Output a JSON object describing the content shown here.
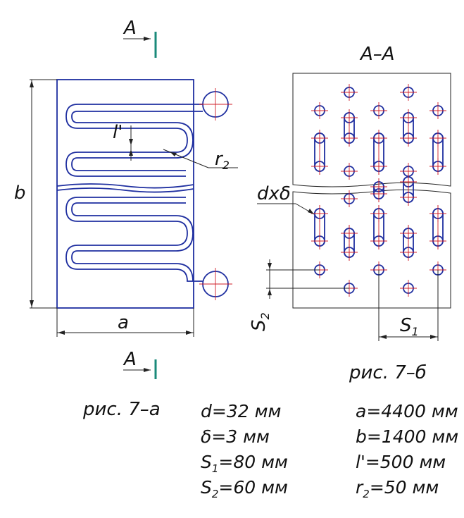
{
  "figure": {
    "section_mark_top": "A",
    "section_mark_bottom": "A",
    "section_view_title": "A–A",
    "dim_b": "b",
    "dim_a": "a",
    "dim_l": "l'",
    "dim_r2": "r",
    "dim_r2_sub": "2",
    "dim_dxdelta": "dxδ",
    "dim_S1": "S",
    "dim_S1_sub": "1",
    "dim_S2": "S",
    "dim_S2_sub": "2",
    "caption_a": "рис. 7–а",
    "caption_b": "рис. 7–б"
  },
  "params_left": [
    {
      "name": "d",
      "sub": "",
      "value": "=32 мм"
    },
    {
      "name": "δ",
      "sub": "",
      "value": "=3 мм"
    },
    {
      "name": "S",
      "sub": "1",
      "value": "=80 мм"
    },
    {
      "name": "S",
      "sub": "2",
      "value": "=60 мм"
    }
  ],
  "params_right": [
    {
      "name": "a",
      "sub": "",
      "value": "=4400 мм"
    },
    {
      "name": "b",
      "sub": "",
      "value": "=1400 мм"
    },
    {
      "name": "l'",
      "sub": "",
      "value": "=500 мм"
    },
    {
      "name": "r",
      "sub": "2",
      "value": "=50 мм"
    }
  ],
  "colors": {
    "coil": "#1f2fa0",
    "centerline": "#d0202a",
    "section_marker": "#1a8a7a"
  }
}
